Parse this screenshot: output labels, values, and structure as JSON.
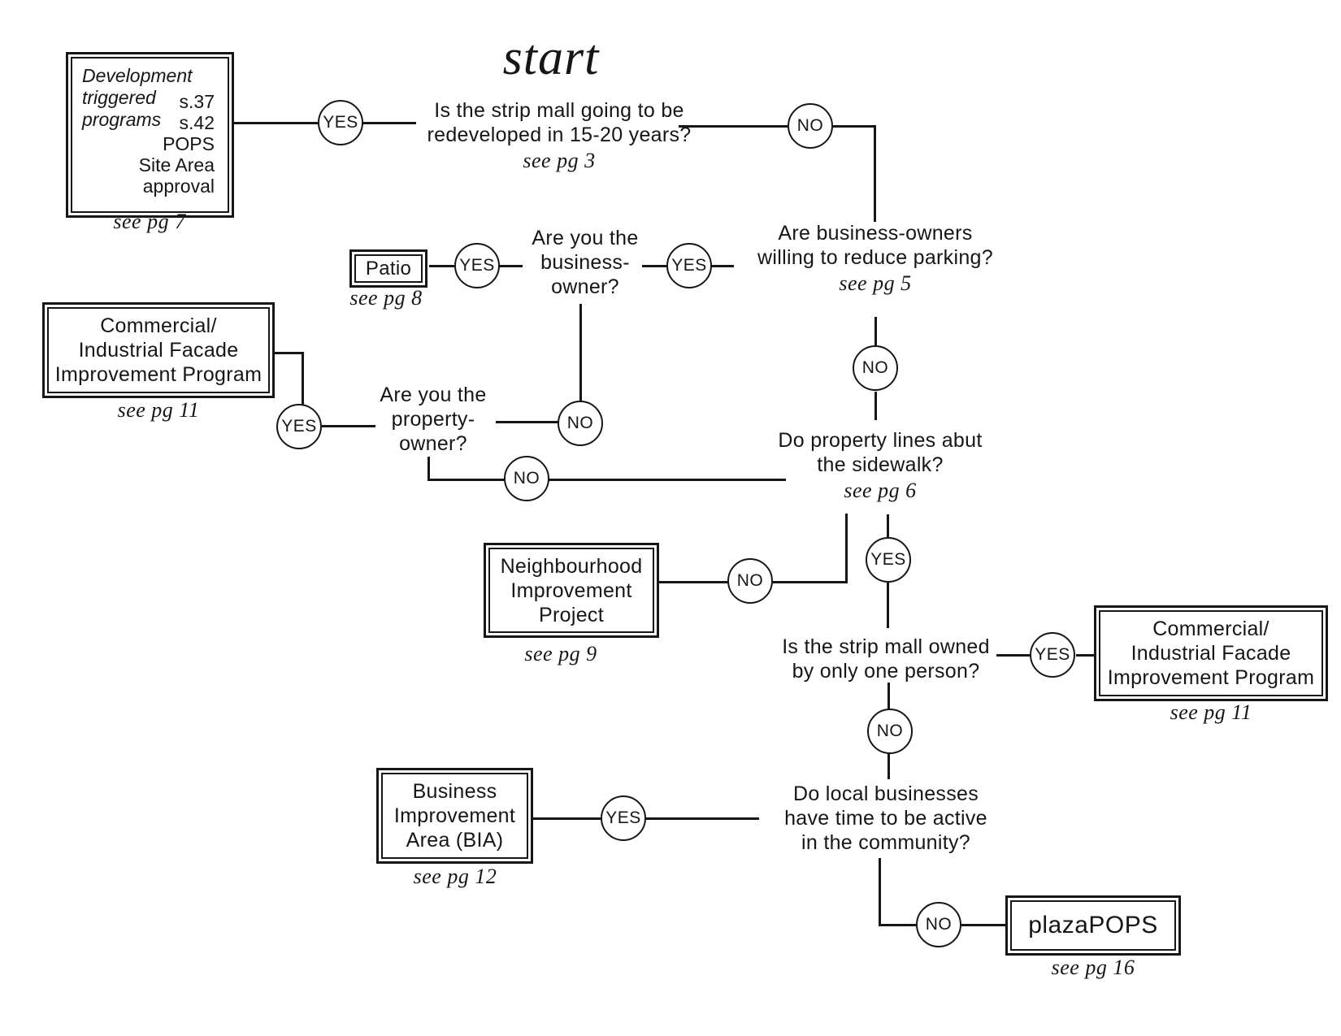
{
  "title": "start",
  "labels": {
    "yes": "YES",
    "no": "NO"
  },
  "colors": {
    "ink": "#161616",
    "background": "#ffffff"
  },
  "questions": {
    "redeveloped": {
      "text": "Is the strip mall going to be\nredeveloped in 15-20 years?",
      "see": "see pg 3"
    },
    "reduce_parking": {
      "text": "Are business-owners\nwilling to reduce parking?",
      "see": "see pg 5"
    },
    "business_owner": {
      "text": "Are you the\nbusiness-\nowner?"
    },
    "property_owner": {
      "text": "Are you the\nproperty-\nowner?"
    },
    "property_lines": {
      "text": "Do property lines abut\nthe sidewalk?",
      "see": "see pg 6"
    },
    "one_person": {
      "text": "Is the strip mall owned\nby only one person?"
    },
    "local_businesses": {
      "text": "Do local businesses\nhave time to be active\nin the community?"
    }
  },
  "nodes": {
    "dev_programs": {
      "italic_label": "Development\ntriggered\nprograms",
      "items": "s.37\ns.42\nPOPS\nSite Area\napproval",
      "see": "see pg 7"
    },
    "patio": {
      "label": "Patio",
      "see": "see pg 8"
    },
    "facade_left": {
      "label": "Commercial/\nIndustrial Facade\nImprovement Program",
      "see": "see pg 11"
    },
    "neighbourhood": {
      "label": "Neighbourhood\nImprovement\nProject",
      "see": "see pg 9"
    },
    "facade_right": {
      "label": "Commercial/\nIndustrial Facade\nImprovement Program",
      "see": "see pg 11"
    },
    "bia": {
      "label": "Business\nImprovement\nArea (BIA)",
      "see": "see pg 12"
    },
    "plazapops": {
      "label": "plazaPOPS",
      "see": "see pg 16"
    }
  }
}
